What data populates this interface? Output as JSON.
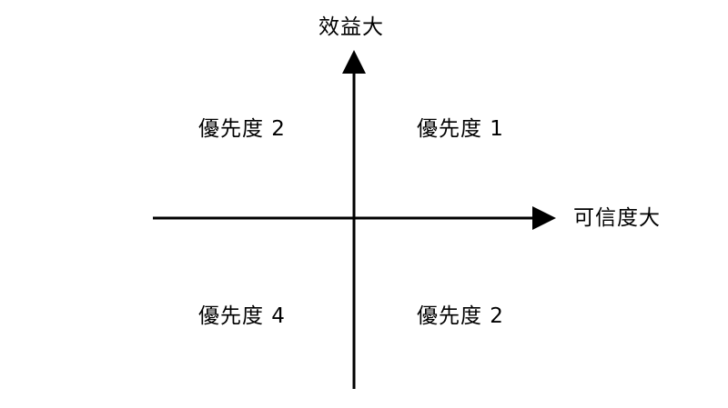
{
  "axes": {
    "y_label": "效益大",
    "x_label": "可信度大"
  },
  "quadrants": {
    "top_left": "優先度 2",
    "top_right": "優先度 1",
    "bottom_left": "優先度 4",
    "bottom_right": "優先度 2"
  },
  "colors": {
    "line": "#000000",
    "background": "#ffffff"
  }
}
